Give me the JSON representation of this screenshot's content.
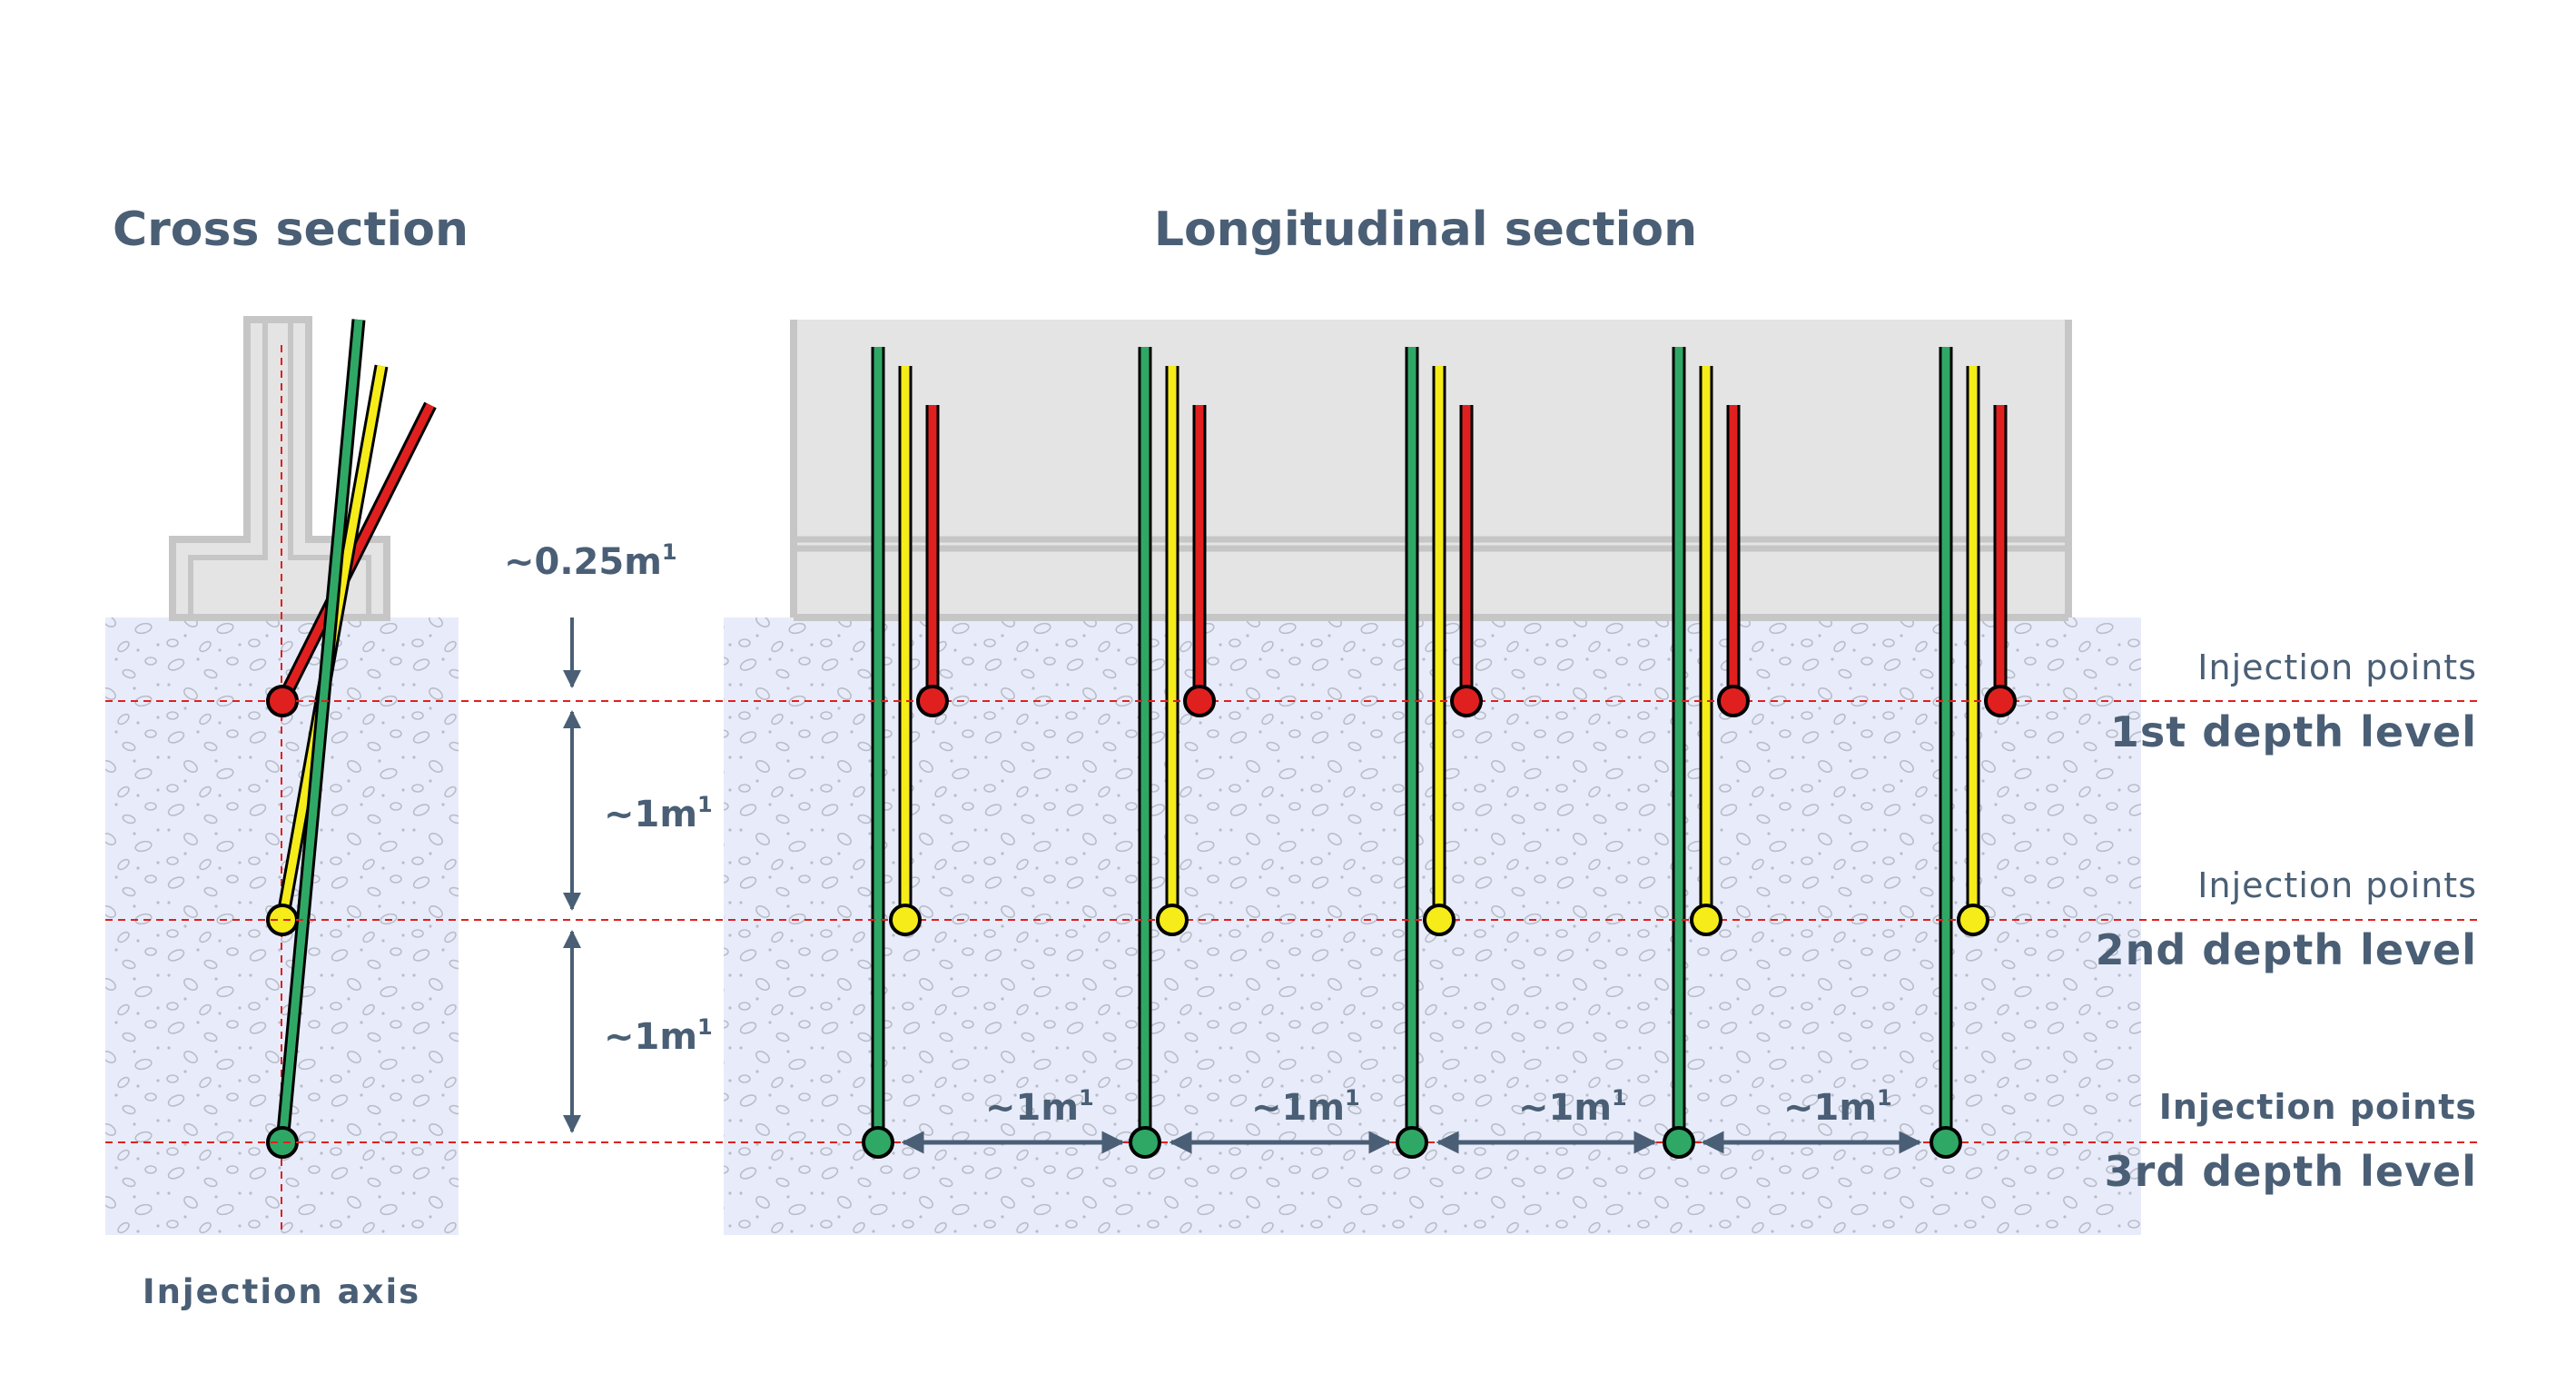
{
  "titles": {
    "cross": "Cross section",
    "longitudinal": "Longitudinal section"
  },
  "dimensions": {
    "top_gap": "~0.25m",
    "level_gap_1": "~1m",
    "level_gap_2": "~1m",
    "spacing": [
      "~1m",
      "~1m",
      "~1m",
      "~1m"
    ],
    "superscript": "1"
  },
  "levels": [
    {
      "caption": "Injection points",
      "name": "1st depth level",
      "color": "#e0201f"
    },
    {
      "caption": "Injection points",
      "name": "2nd depth level",
      "color": "#f5ec19"
    },
    {
      "caption": "Injection points",
      "name": "3rd depth level",
      "color": "#2fa866"
    }
  ],
  "axis_label": "Injection axis",
  "injector_groups": 5,
  "colors": {
    "soil": "#e8ecfa",
    "wall": "#e4e4e4",
    "wall_outline": "#c6c6c6",
    "text": "#4a5f75",
    "guide": "#e0201f",
    "arrow": "#4a5f75"
  }
}
